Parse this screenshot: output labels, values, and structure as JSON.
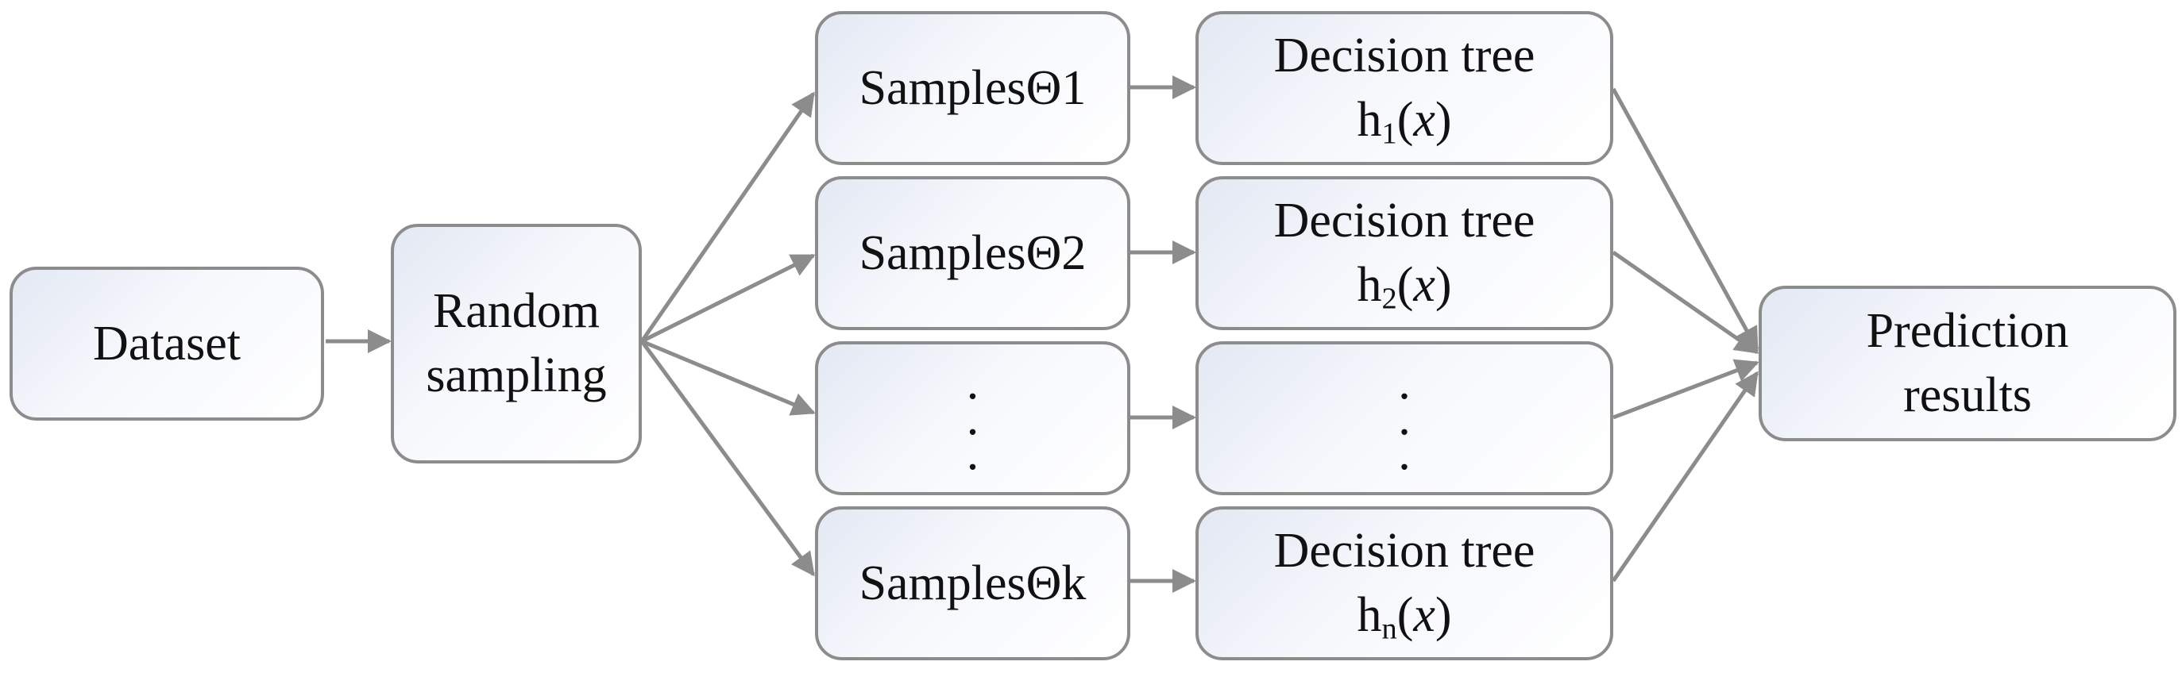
{
  "nodes": {
    "dataset": "Dataset",
    "random_sampling": [
      "Random",
      "sampling"
    ],
    "samples": [
      "SamplesΘ1",
      "SamplesΘ2",
      "SamplesΘk"
    ],
    "dots": [
      ".",
      ".",
      "."
    ],
    "tree_label": "Decision tree",
    "tree_funcs": [
      {
        "h": "h",
        "sub": "1",
        "arg_open": "(",
        "arg": "x",
        "arg_close": ")"
      },
      {
        "h": "h",
        "sub": "2",
        "arg_open": "(",
        "arg": "x",
        "arg_close": ")"
      },
      {
        "h": "h",
        "sub": "n",
        "arg_open": "(",
        "arg": "x",
        "arg_close": ")"
      }
    ],
    "prediction": [
      "Prediction",
      "results"
    ]
  },
  "colors": {
    "border": "#8c8c8c",
    "arrow": "#8c8c8c",
    "fill_light": "#ffffff",
    "fill_tint": "#e3e8f3"
  }
}
